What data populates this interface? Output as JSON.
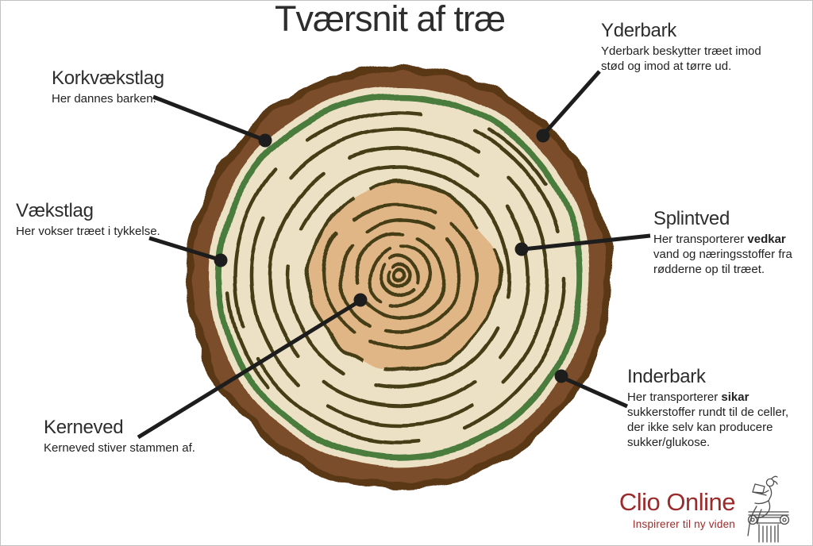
{
  "title": "Tværsnit af træ",
  "colors": {
    "text": "#2b2b2b",
    "leader": "#1d1d1d",
    "bark-main": "#7b4d29",
    "bark-dark": "#5a3719",
    "cream": "#ece1c4",
    "green": "#4a7c3e",
    "ring": "#453d14",
    "heartwood": "#e1b687",
    "logo-red": "#9b2b2b"
  },
  "labels": {
    "korkvaekstlag": {
      "heading": "Korkvækstlag",
      "body": "Her dannes barken."
    },
    "yderbark": {
      "heading": "Yderbark",
      "body": "Yderbark beskytter træet imod stød og imod at tørre ud."
    },
    "vaekstlag": {
      "heading": "Vækstlag",
      "body": "Her vokser træet i tykkelse."
    },
    "splintved": {
      "heading": "Splintved",
      "body_prefix": "Her transporterer",
      "body_bold": "vedkar",
      "body_rest": "vand og næringsstoffer fra rødderne op til træet."
    },
    "kerneved": {
      "heading": "Kerneved",
      "body": "Kerneved stiver stammen af."
    },
    "inderbark": {
      "heading": "Inderbark",
      "body_prefix": "Her transporterer",
      "body_bold": "sikar",
      "body_rest": "sukkerstoffer rundt til de celler, der ikke selv kan producere sukker/glukose."
    }
  },
  "logo": {
    "name": "Clio Online",
    "tagline": "Inspirerer til ny viden",
    "illustration": "woman-with-laptop-on-ionic-column-icon"
  },
  "diagram": {
    "type": "labeled-illustration",
    "subject": "tree-trunk-cross-section",
    "parts": [
      "Korkvækstlag",
      "Yderbark",
      "Vækstlag",
      "Splintved",
      "Kerneved",
      "Inderbark"
    ]
  }
}
